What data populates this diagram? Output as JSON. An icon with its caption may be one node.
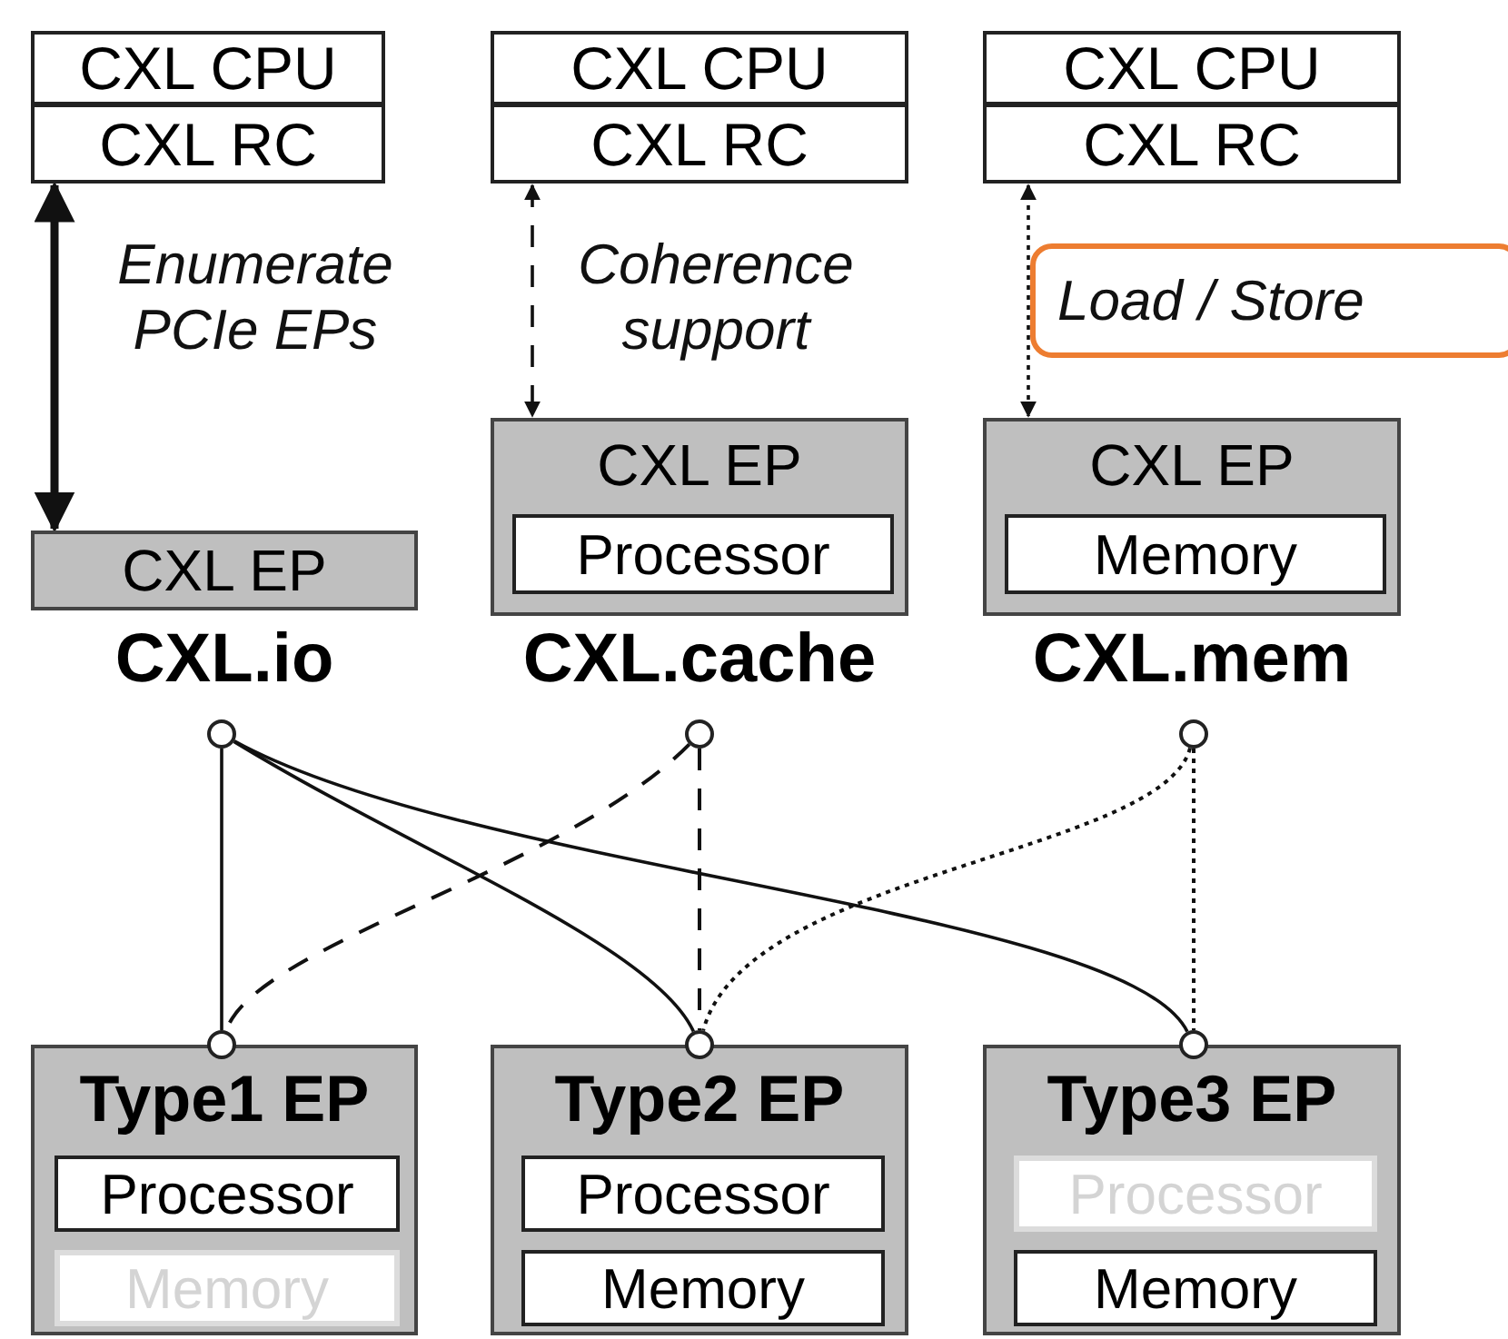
{
  "diagram": {
    "nodes": [
      {
        "text": [
          "CXL CPU"
        ]
      },
      {
        "text": [
          "CXL RC"
        ]
      },
      {
        "text": [
          "CXL CPU"
        ]
      },
      {
        "text": [
          "CXL RC"
        ]
      },
      {
        "text": [
          "CXL CPU"
        ]
      },
      {
        "text": [
          "CXL RC"
        ]
      },
      {
        "text": [
          "CXL EP"
        ]
      },
      {
        "text": [
          "CXL EP"
        ]
      },
      {
        "text": [
          "Processor"
        ],
        "in": 7
      },
      {
        "text": [
          "CXL EP"
        ]
      },
      {
        "text": [
          "Memory"
        ],
        "in": 9
      },
      {
        "text": [],
        "shape": "circle"
      },
      {
        "text": [],
        "shape": "circle"
      },
      {
        "text": [],
        "shape": "circle"
      },
      {
        "text": [
          "Type1 EP"
        ]
      },
      {
        "text": [
          "Processor"
        ],
        "in": 14
      },
      {
        "text": [
          "Memory"
        ],
        "in": 14
      },
      {
        "text": [
          "Type2 EP"
        ]
      },
      {
        "text": [
          "Processor"
        ],
        "in": 17
      },
      {
        "text": [
          "Memory"
        ],
        "in": 17
      },
      {
        "text": [
          "Type3 EP"
        ]
      },
      {
        "text": [
          "Processor"
        ],
        "in": 20
      },
      {
        "text": [
          "Memory"
        ],
        "in": 20
      },
      {
        "text": [],
        "shape": "circle"
      },
      {
        "text": [],
        "shape": "circle"
      },
      {
        "text": [],
        "shape": "circle"
      }
    ],
    "edges": [
      {
        "from": 1,
        "to": 6,
        "arrow": "both",
        "label": "Enumerate PCIe EPs",
        "style": "thick"
      },
      {
        "from": 3,
        "to": 7,
        "arrow": "both",
        "label": "Coherence support",
        "style": "dashed"
      },
      {
        "from": 5,
        "to": 9,
        "arrow": "both",
        "label": "Load / Store",
        "style": "dashed"
      },
      {
        "from": 11,
        "to": 23,
        "arrow": "none"
      },
      {
        "from": 11,
        "to": 24,
        "arrow": "none"
      },
      {
        "from": 11,
        "to": 25,
        "arrow": "none"
      },
      {
        "from": 12,
        "to": 23,
        "arrow": "none",
        "style": "dashed"
      },
      {
        "from": 12,
        "to": 24,
        "arrow": "none",
        "style": "dashed"
      },
      {
        "from": 13,
        "to": 24,
        "arrow": "none",
        "style": "dashed"
      },
      {
        "from": 13,
        "to": 25,
        "arrow": "none",
        "style": "dashed"
      }
    ],
    "labels": [
      "CXL.io",
      "CXL.cache",
      "CXL.mem"
    ]
  }
}
